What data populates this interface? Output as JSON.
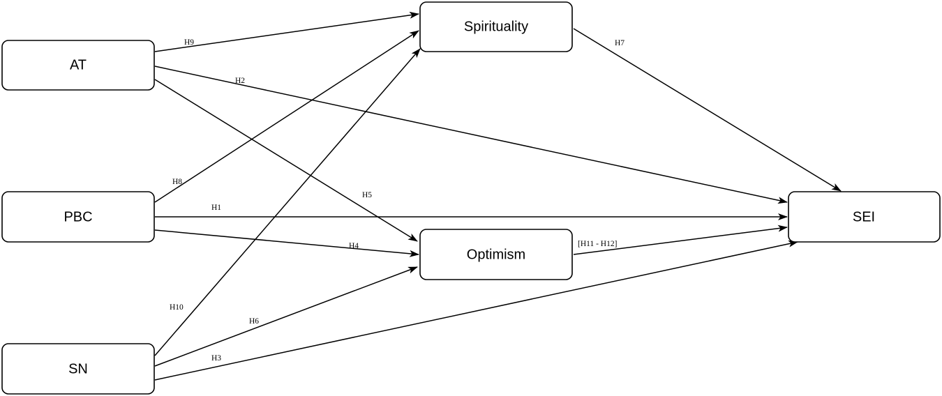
{
  "nodes": [
    {
      "id": "at",
      "label": "AT"
    },
    {
      "id": "pbc",
      "label": "PBC"
    },
    {
      "id": "sn",
      "label": "SN"
    },
    {
      "id": "spirituality",
      "label": "Spirituality"
    },
    {
      "id": "optimism",
      "label": "Optimism"
    },
    {
      "id": "sei",
      "label": "SEI"
    }
  ],
  "edges": [
    {
      "id": "h9",
      "label": "H9",
      "from": "at",
      "to": "spirituality"
    },
    {
      "id": "h2",
      "label": "H2",
      "from": "at",
      "to": "sei"
    },
    {
      "id": "h5",
      "label": "H5",
      "from": "at",
      "to": "optimism"
    },
    {
      "id": "h8",
      "label": "H8",
      "from": "pbc",
      "to": "spirituality"
    },
    {
      "id": "h1",
      "label": "H1",
      "from": "pbc",
      "to": "sei"
    },
    {
      "id": "h4",
      "label": "H4",
      "from": "pbc",
      "to": "optimism"
    },
    {
      "id": "h10",
      "label": "H10",
      "from": "sn",
      "to": "spirituality"
    },
    {
      "id": "h6",
      "label": "H6",
      "from": "sn",
      "to": "optimism"
    },
    {
      "id": "h3",
      "label": "H3",
      "from": "sn",
      "to": "sei"
    },
    {
      "id": "h7",
      "label": "H7",
      "from": "spirituality",
      "to": "sei"
    },
    {
      "id": "h11-h12",
      "label": "[H11 - H12]",
      "from": "optimism",
      "to": "sei"
    }
  ]
}
